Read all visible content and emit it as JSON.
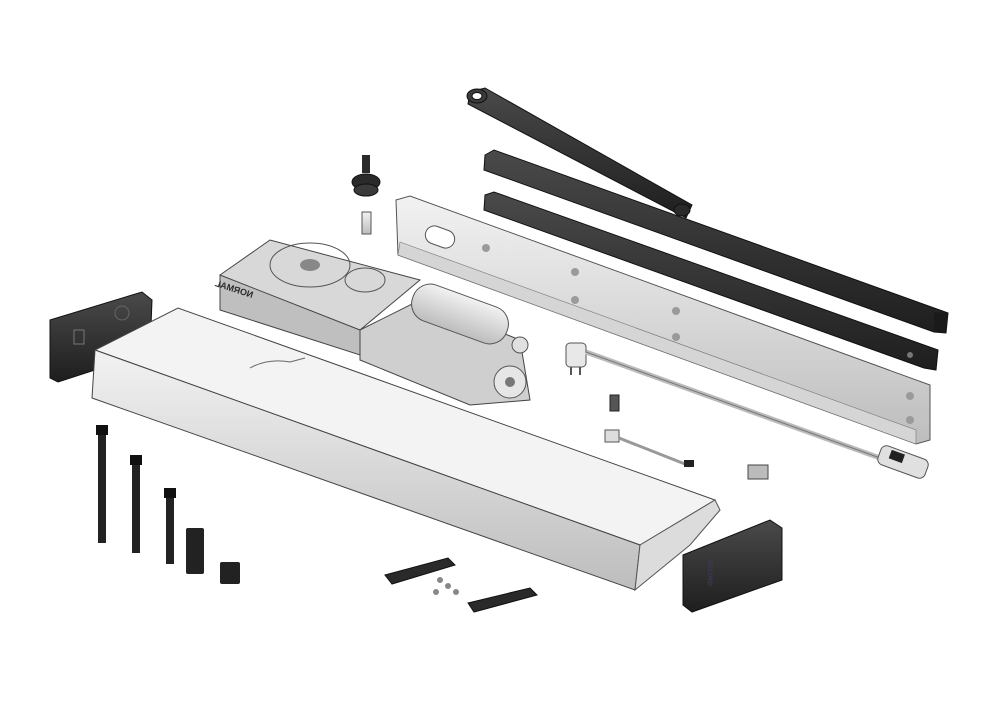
{
  "diagram": {
    "type": "exploded-view",
    "subject": "automatic swing door operator kit",
    "background": "#ffffff",
    "colors": {
      "metal_light": "#e6e6e6",
      "metal_mid": "#c4c4c4",
      "metal_dark": "#8e8e8e",
      "plastic_black": "#2b2b2b",
      "outline": "#3a3a3a"
    },
    "labels": {
      "gear_unit_marking": "NORMAL",
      "end_cap_marking": "RECORD"
    },
    "parts": [
      {
        "id": "cover",
        "name": "Cover profile"
      },
      {
        "id": "drive-unit",
        "name": "Gear unit with motor"
      },
      {
        "id": "mounting-plate",
        "name": "Mounting plate"
      },
      {
        "id": "arm",
        "name": "Lever arm"
      },
      {
        "id": "slide-rail-1",
        "name": "Slide rail"
      },
      {
        "id": "slide-rail-2",
        "name": "Slide rail"
      },
      {
        "id": "end-cap-left",
        "name": "End cap (left)"
      },
      {
        "id": "end-cap-right",
        "name": "End cap (right)"
      },
      {
        "id": "axle-adapter",
        "name": "Axle adapter"
      },
      {
        "id": "pin",
        "name": "Pin"
      },
      {
        "id": "power-cable",
        "name": "Power cable with plug"
      },
      {
        "id": "small-plate",
        "name": "Small plate"
      },
      {
        "id": "connector-cable",
        "name": "Connector cable"
      },
      {
        "id": "cable-clamp",
        "name": "Cable clamp"
      },
      {
        "id": "bolts",
        "name": "Bolts and spacers"
      },
      {
        "id": "brackets",
        "name": "Brackets with screws"
      }
    ]
  }
}
